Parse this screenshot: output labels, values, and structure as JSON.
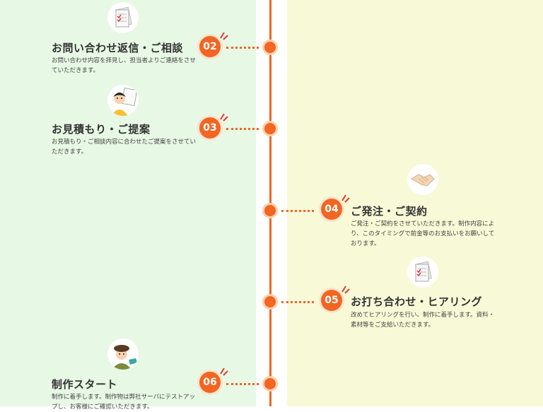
{
  "colors": {
    "accent": "#f26522",
    "left_bg": "#e7f8e4",
    "right_bg": "#f8f9d6"
  },
  "steps": [
    {
      "number": "02",
      "side": "left",
      "icon": "document-checklist-icon",
      "title": "お問い合わせ返信・ご相談",
      "desc_lines": [
        "お問い合わせ内容を拝見し、担当者よりご連絡をさせ",
        "ていただきます。"
      ]
    },
    {
      "number": "03",
      "side": "left",
      "icon": "person-with-document-icon",
      "title": "お見積もり・ご提案",
      "desc_lines": [
        "お見積もり・ご相談内容に合わせたご提案をさせてい",
        "ただきます。"
      ]
    },
    {
      "number": "04",
      "side": "right",
      "icon": "handshake-icon",
      "title": "ご発注・ご契約",
      "desc_lines": [
        "ご発注・ご契約をさせていただきます。制作内容によ",
        "り、このタイミングで前金等のお支払いをお願いして",
        "おります。"
      ]
    },
    {
      "number": "05",
      "side": "right",
      "icon": "document-checklist-icon",
      "title": "お打ち合わせ・ヒアリング",
      "desc_lines": [
        "改めてヒアリングを行い、制作に着手します。資料・",
        "素材等をご支給いただきます。"
      ]
    },
    {
      "number": "06",
      "side": "left",
      "icon": "painter-person-icon",
      "title": "制作スタート",
      "desc_lines": [
        "制作に着手します。制作物は弊社サーバにテストアッ",
        "プし、お客様にご確認いただきます。"
      ]
    }
  ]
}
